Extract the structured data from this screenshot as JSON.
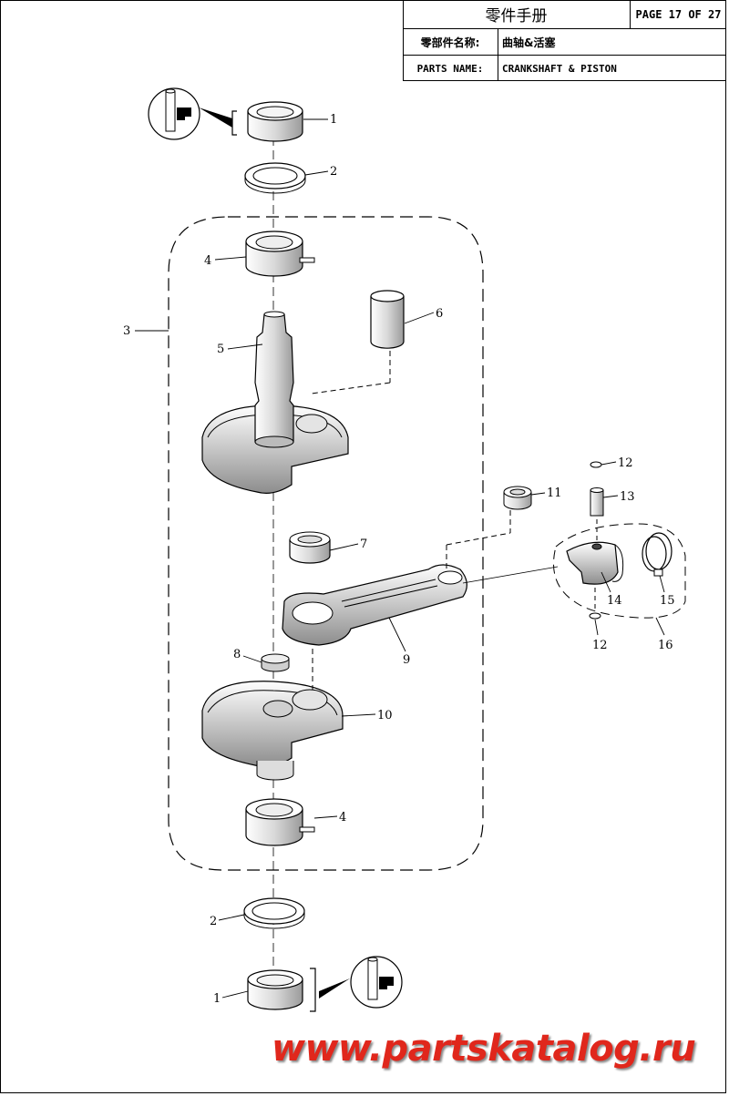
{
  "title_block": {
    "manual_title": "零件手册",
    "page": "PAGE 17 OF 27",
    "cn_name_label": "零部件名称:",
    "cn_name_value": "曲轴&活塞",
    "parts_name_label": "PARTS NAME:",
    "parts_name_value": "CRANKSHAFT & PISTON"
  },
  "callouts": {
    "c1a": "1",
    "c2a": "2",
    "c3": "3",
    "c4a": "4",
    "c5": "5",
    "c6": "6",
    "c7": "7",
    "c8": "8",
    "c9": "9",
    "c10": "10",
    "c11": "11",
    "c12a": "12",
    "c13": "13",
    "c14": "14",
    "c15": "15",
    "c12b": "12",
    "c16": "16",
    "c4b": "4",
    "c2b": "2",
    "c1b": "1"
  },
  "watermark": "www.partskatalog.ru"
}
